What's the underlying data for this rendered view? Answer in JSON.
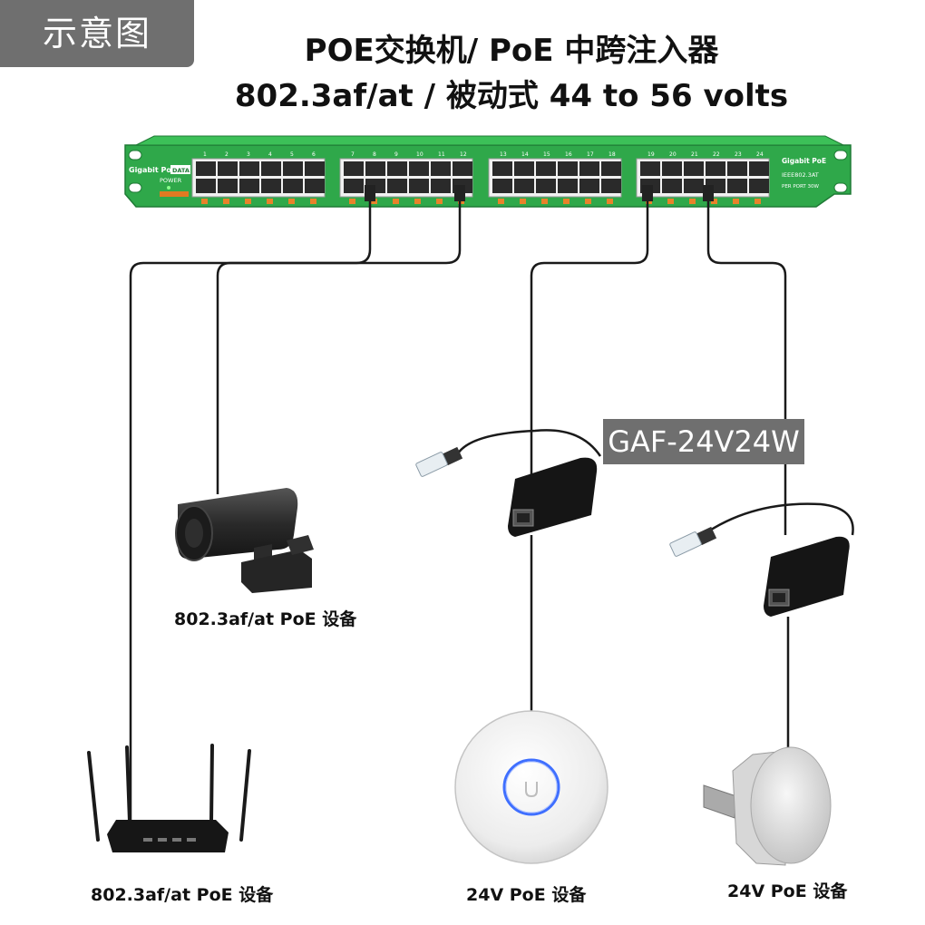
{
  "badge": "示意图",
  "title": {
    "line1": "POE交换机/ PoE 中跨注入器",
    "line2": "802.3af/at  / 被动式  44 to 56 volts"
  },
  "panel": {
    "brand_left": "Gigabit PoE",
    "data_tag": "DATA",
    "power_label": "POWER",
    "brand_right": "Gigabit PoE",
    "standard": "IEEE802.3AT",
    "per_port": "PER PORT 30W",
    "port_numbers": [
      "1",
      "2",
      "3",
      "4",
      "5",
      "6",
      "7",
      "8",
      "9",
      "10",
      "11",
      "12",
      "13",
      "14",
      "15",
      "16",
      "17",
      "18",
      "19",
      "20",
      "21",
      "22",
      "23",
      "24"
    ],
    "color": "#2fa84a"
  },
  "model_tag": "GAF-24V24W",
  "devices": {
    "camera": "802.3af/at PoE 设备",
    "router": "802.3af/at PoE 设备",
    "access_point": "24V PoE 设备",
    "outdoor_cpe": "24V PoE 设备"
  }
}
